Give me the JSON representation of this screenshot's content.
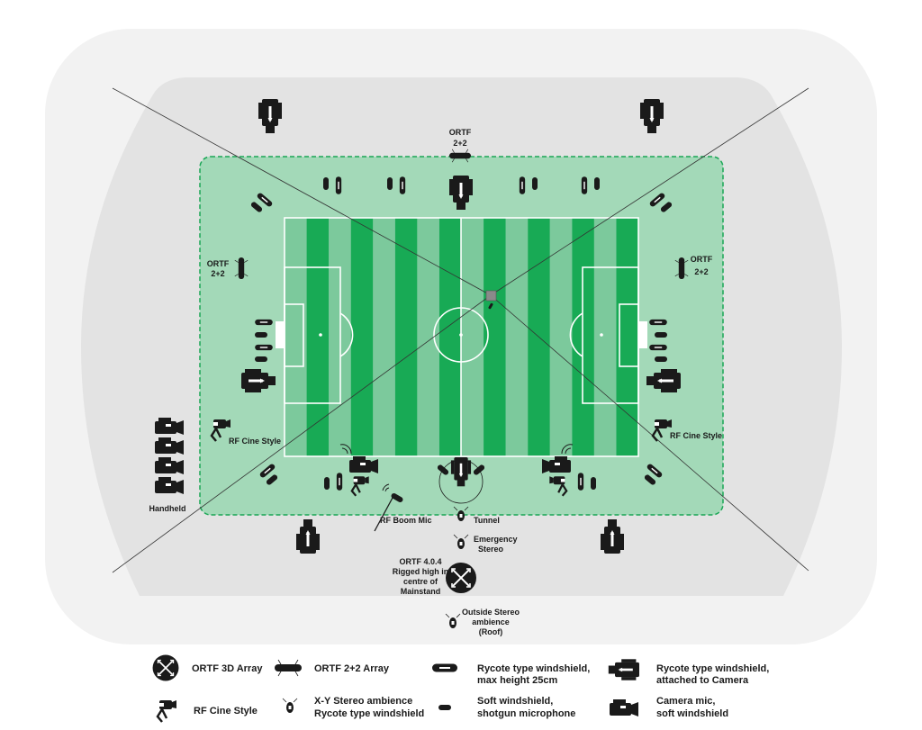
{
  "labels": {
    "ortf_top_1": "ORTF",
    "ortf_top_2": "2+2",
    "ortf_left_1": "ORTF",
    "ortf_left_2": "2+2",
    "ortf_right_1": "ORTF",
    "ortf_right_2": "2+2",
    "rf_cine_left": "RF Cine Style",
    "rf_cine_right": "RF Cine Style",
    "handheld": "Handheld",
    "rf_boom": "RF Boom Mic",
    "tunnel": "Tunnel",
    "emergency_1": "Emergency",
    "emergency_2": "Stereo",
    "ortf404_1": "ORTF 4.0.4",
    "ortf404_2": "Rigged high in",
    "ortf404_3": "centre of",
    "ortf404_4": "Mainstand",
    "outside_1": "Outside Stereo",
    "outside_2": "ambience",
    "outside_3": "(Roof)"
  },
  "legend": {
    "ortf3d": "ORTF 3D Array",
    "ortf22": "ORTF 2+2 Array",
    "rycote_1": "Rycote type windshield,",
    "rycote_2": "max height 25cm",
    "rycote_cam_1": "Rycote type windshield,",
    "rycote_cam_2": "attached to Camera",
    "rf_cine": "RF Cine Style",
    "xy_1": "X-Y Stereo ambience",
    "xy_2": "Rycote type windshield",
    "soft_1": "Soft windshield,",
    "soft_2": "shotgun microphone",
    "cam_1": "Camera mic,",
    "cam_2": "soft windshield"
  },
  "colors": {
    "outer_ring": "#f2f2f2",
    "inner_ring": "#e3e3e3",
    "surround_green": "#a3d9b8",
    "surround_border": "#1aa655",
    "stripe_dark": "#18aa55",
    "stripe_light": "#7cc99c",
    "line": "#ffffff",
    "icon": "#1a1a1a"
  }
}
